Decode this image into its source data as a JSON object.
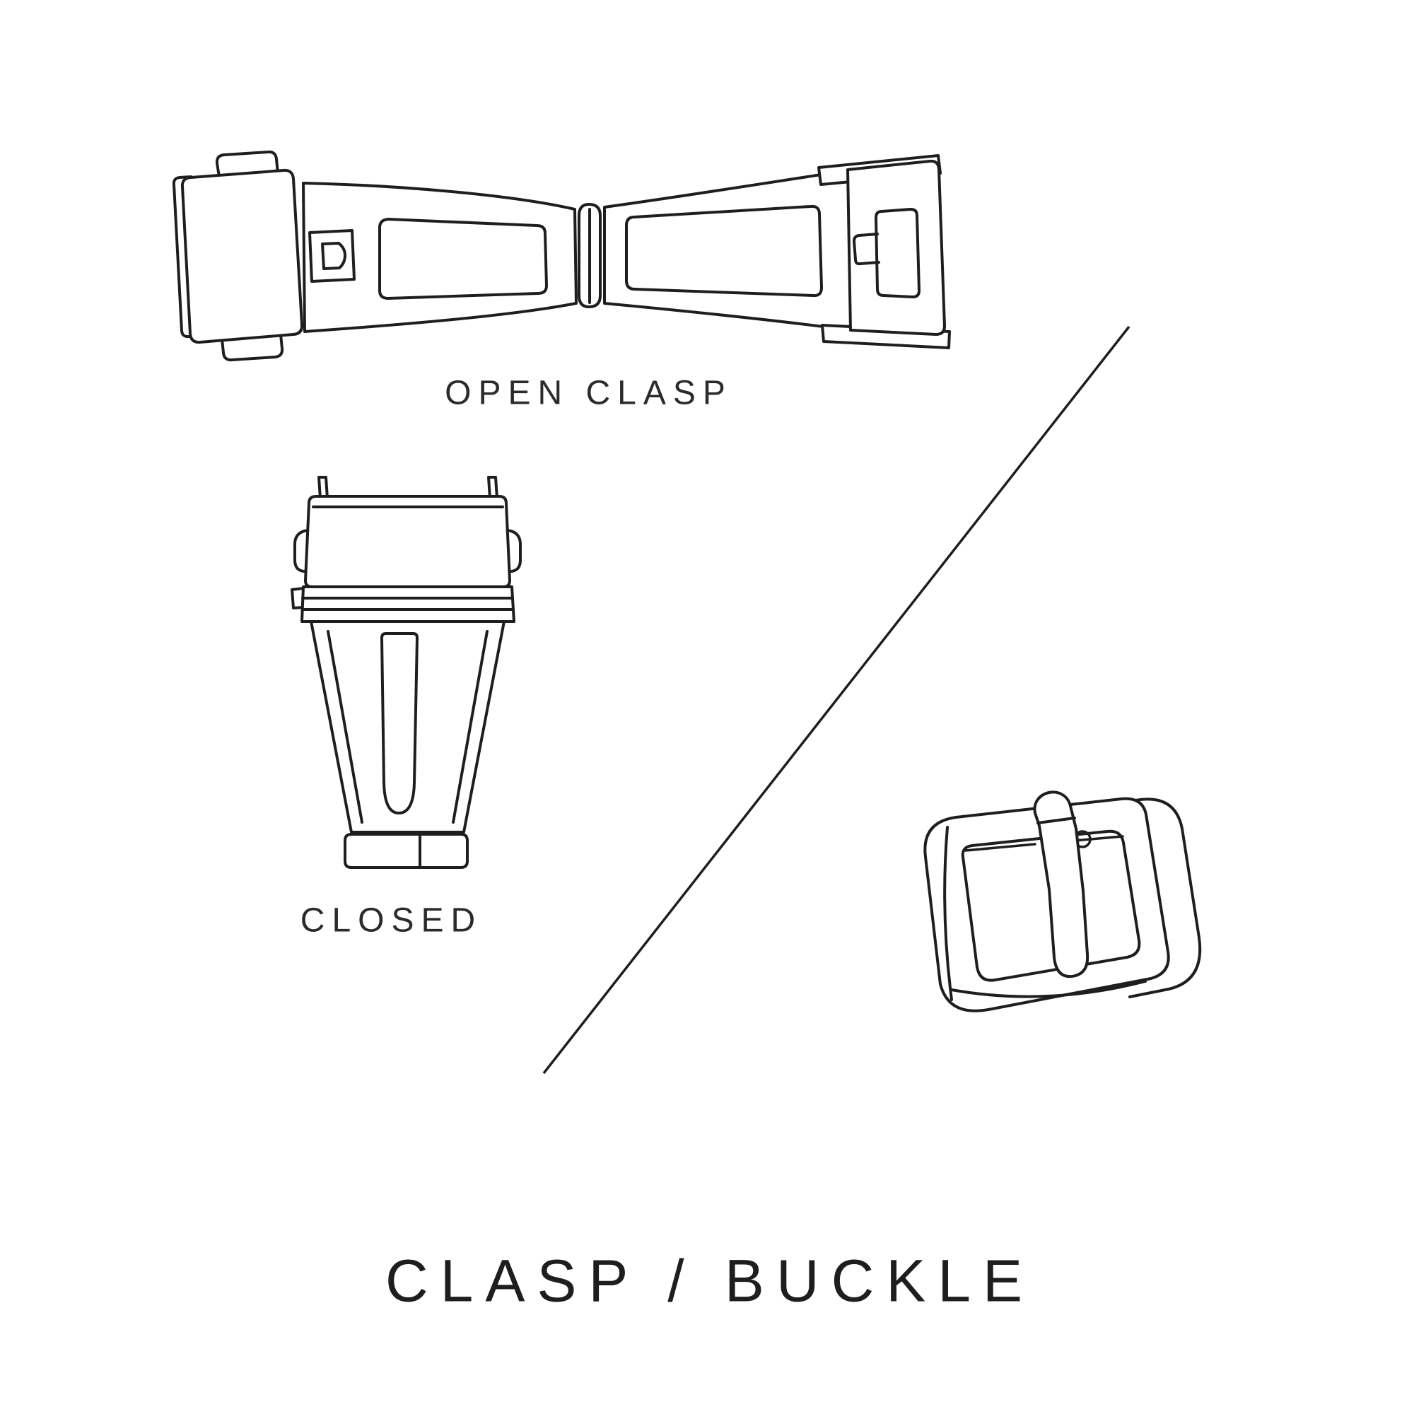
{
  "page": {
    "background": "#ffffff",
    "line_color": "#1e1e1e",
    "text_color": "#2b2b2b"
  },
  "labels": {
    "open_clasp": "OPEN CLASP",
    "closed": "CLOSED",
    "title": "CLASP / BUCKLE"
  }
}
